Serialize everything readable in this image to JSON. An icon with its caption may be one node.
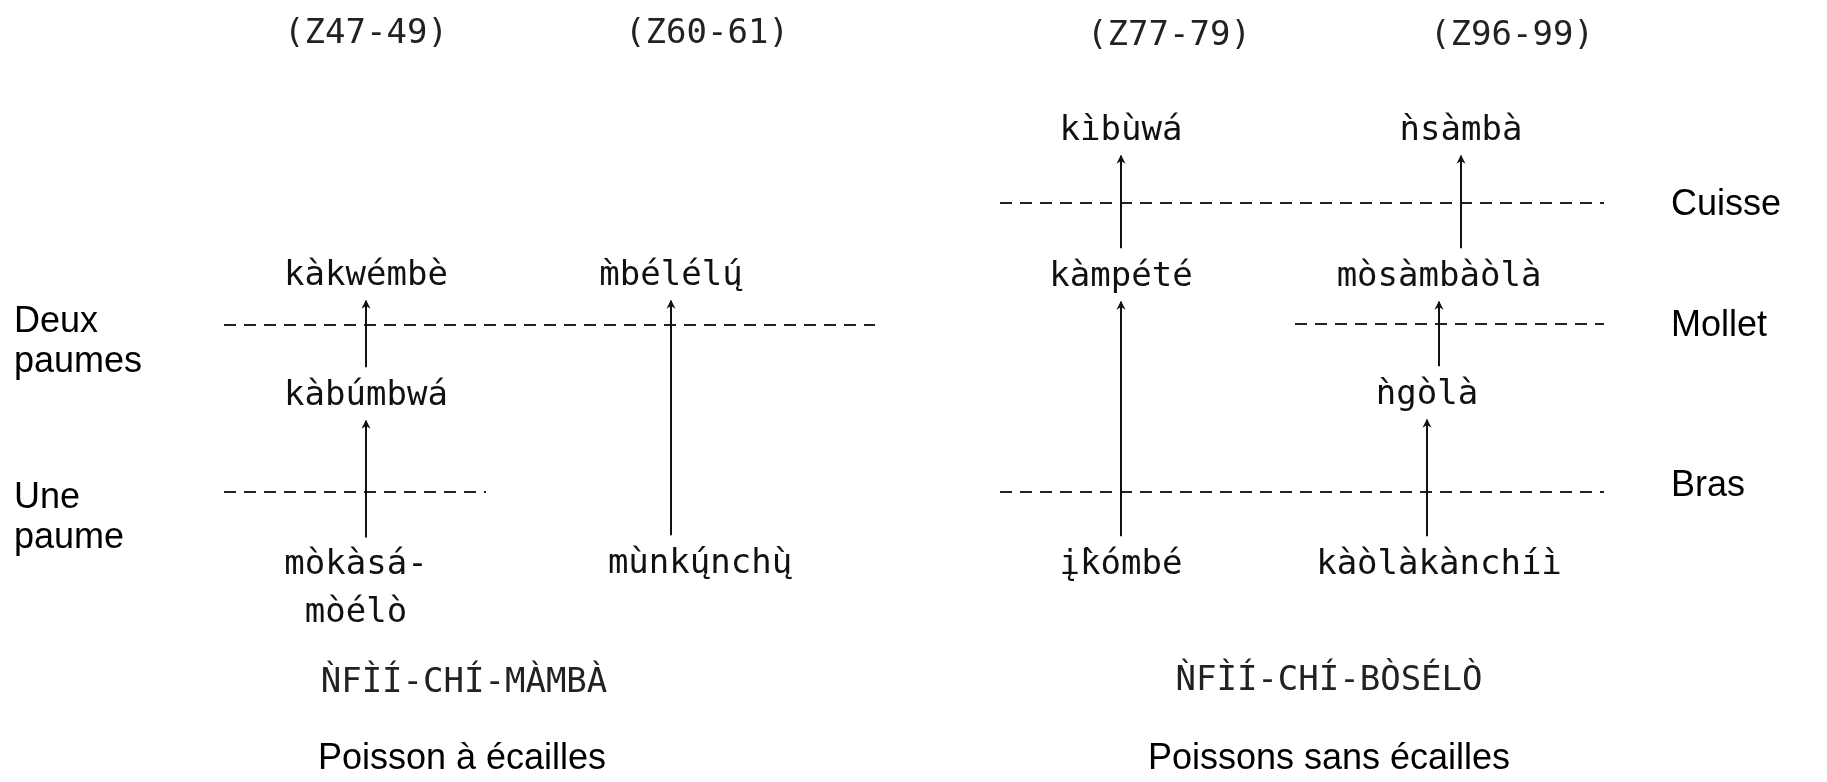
{
  "diagram": {
    "nodes": [
      {
        "text": [
          "kìbùwá"
        ]
      },
      {
        "text": [
          "ǹsàmbà"
        ]
      },
      {
        "text": [
          "kàkwémbè"
        ]
      },
      {
        "text": [
          "m̀bélélų́"
        ]
      },
      {
        "text": [
          "kàmpété"
        ]
      },
      {
        "text": [
          "mòsàmbàòlà"
        ]
      },
      {
        "text": [
          "kàbúmbwá"
        ]
      },
      {
        "text": [
          "ǹgòlà"
        ]
      },
      {
        "text": [
          "mòkàsá- mòélò"
        ]
      },
      {
        "text": [
          "mùnkų́nchų̀"
        ]
      },
      {
        "text": [
          "į̀kómbé"
        ]
      },
      {
        "text": [
          "kàòlàkànchíì"
        ]
      }
    ],
    "edges": [
      {
        "from": 6,
        "to": 2,
        "arrow": "to"
      },
      {
        "from": 8,
        "to": 6,
        "arrow": "to"
      },
      {
        "from": 9,
        "to": 3,
        "arrow": "to"
      },
      {
        "from": 4,
        "to": 0,
        "arrow": "to"
      },
      {
        "from": 10,
        "to": 4,
        "arrow": "to"
      },
      {
        "from": 7,
        "to": 5,
        "arrow": "to"
      },
      {
        "from": 11,
        "to": 7,
        "arrow": "to"
      },
      {
        "from": 5,
        "to": 1,
        "arrow": "to"
      }
    ],
    "labels": [
      "(Z47-49)",
      "(Z60-61)",
      "(Z77-79)",
      "(Z96-99)",
      "Cuisse",
      "Deux paumes",
      "Mollet",
      "Une paume",
      "Bras",
      "ǸFÌÍ-CHÍ-MÀMBÀ",
      "ǸFÌÍ-CHÍ-BÒSÉLÒ",
      "Poisson à écailles",
      "Poissons sans écailles"
    ]
  }
}
